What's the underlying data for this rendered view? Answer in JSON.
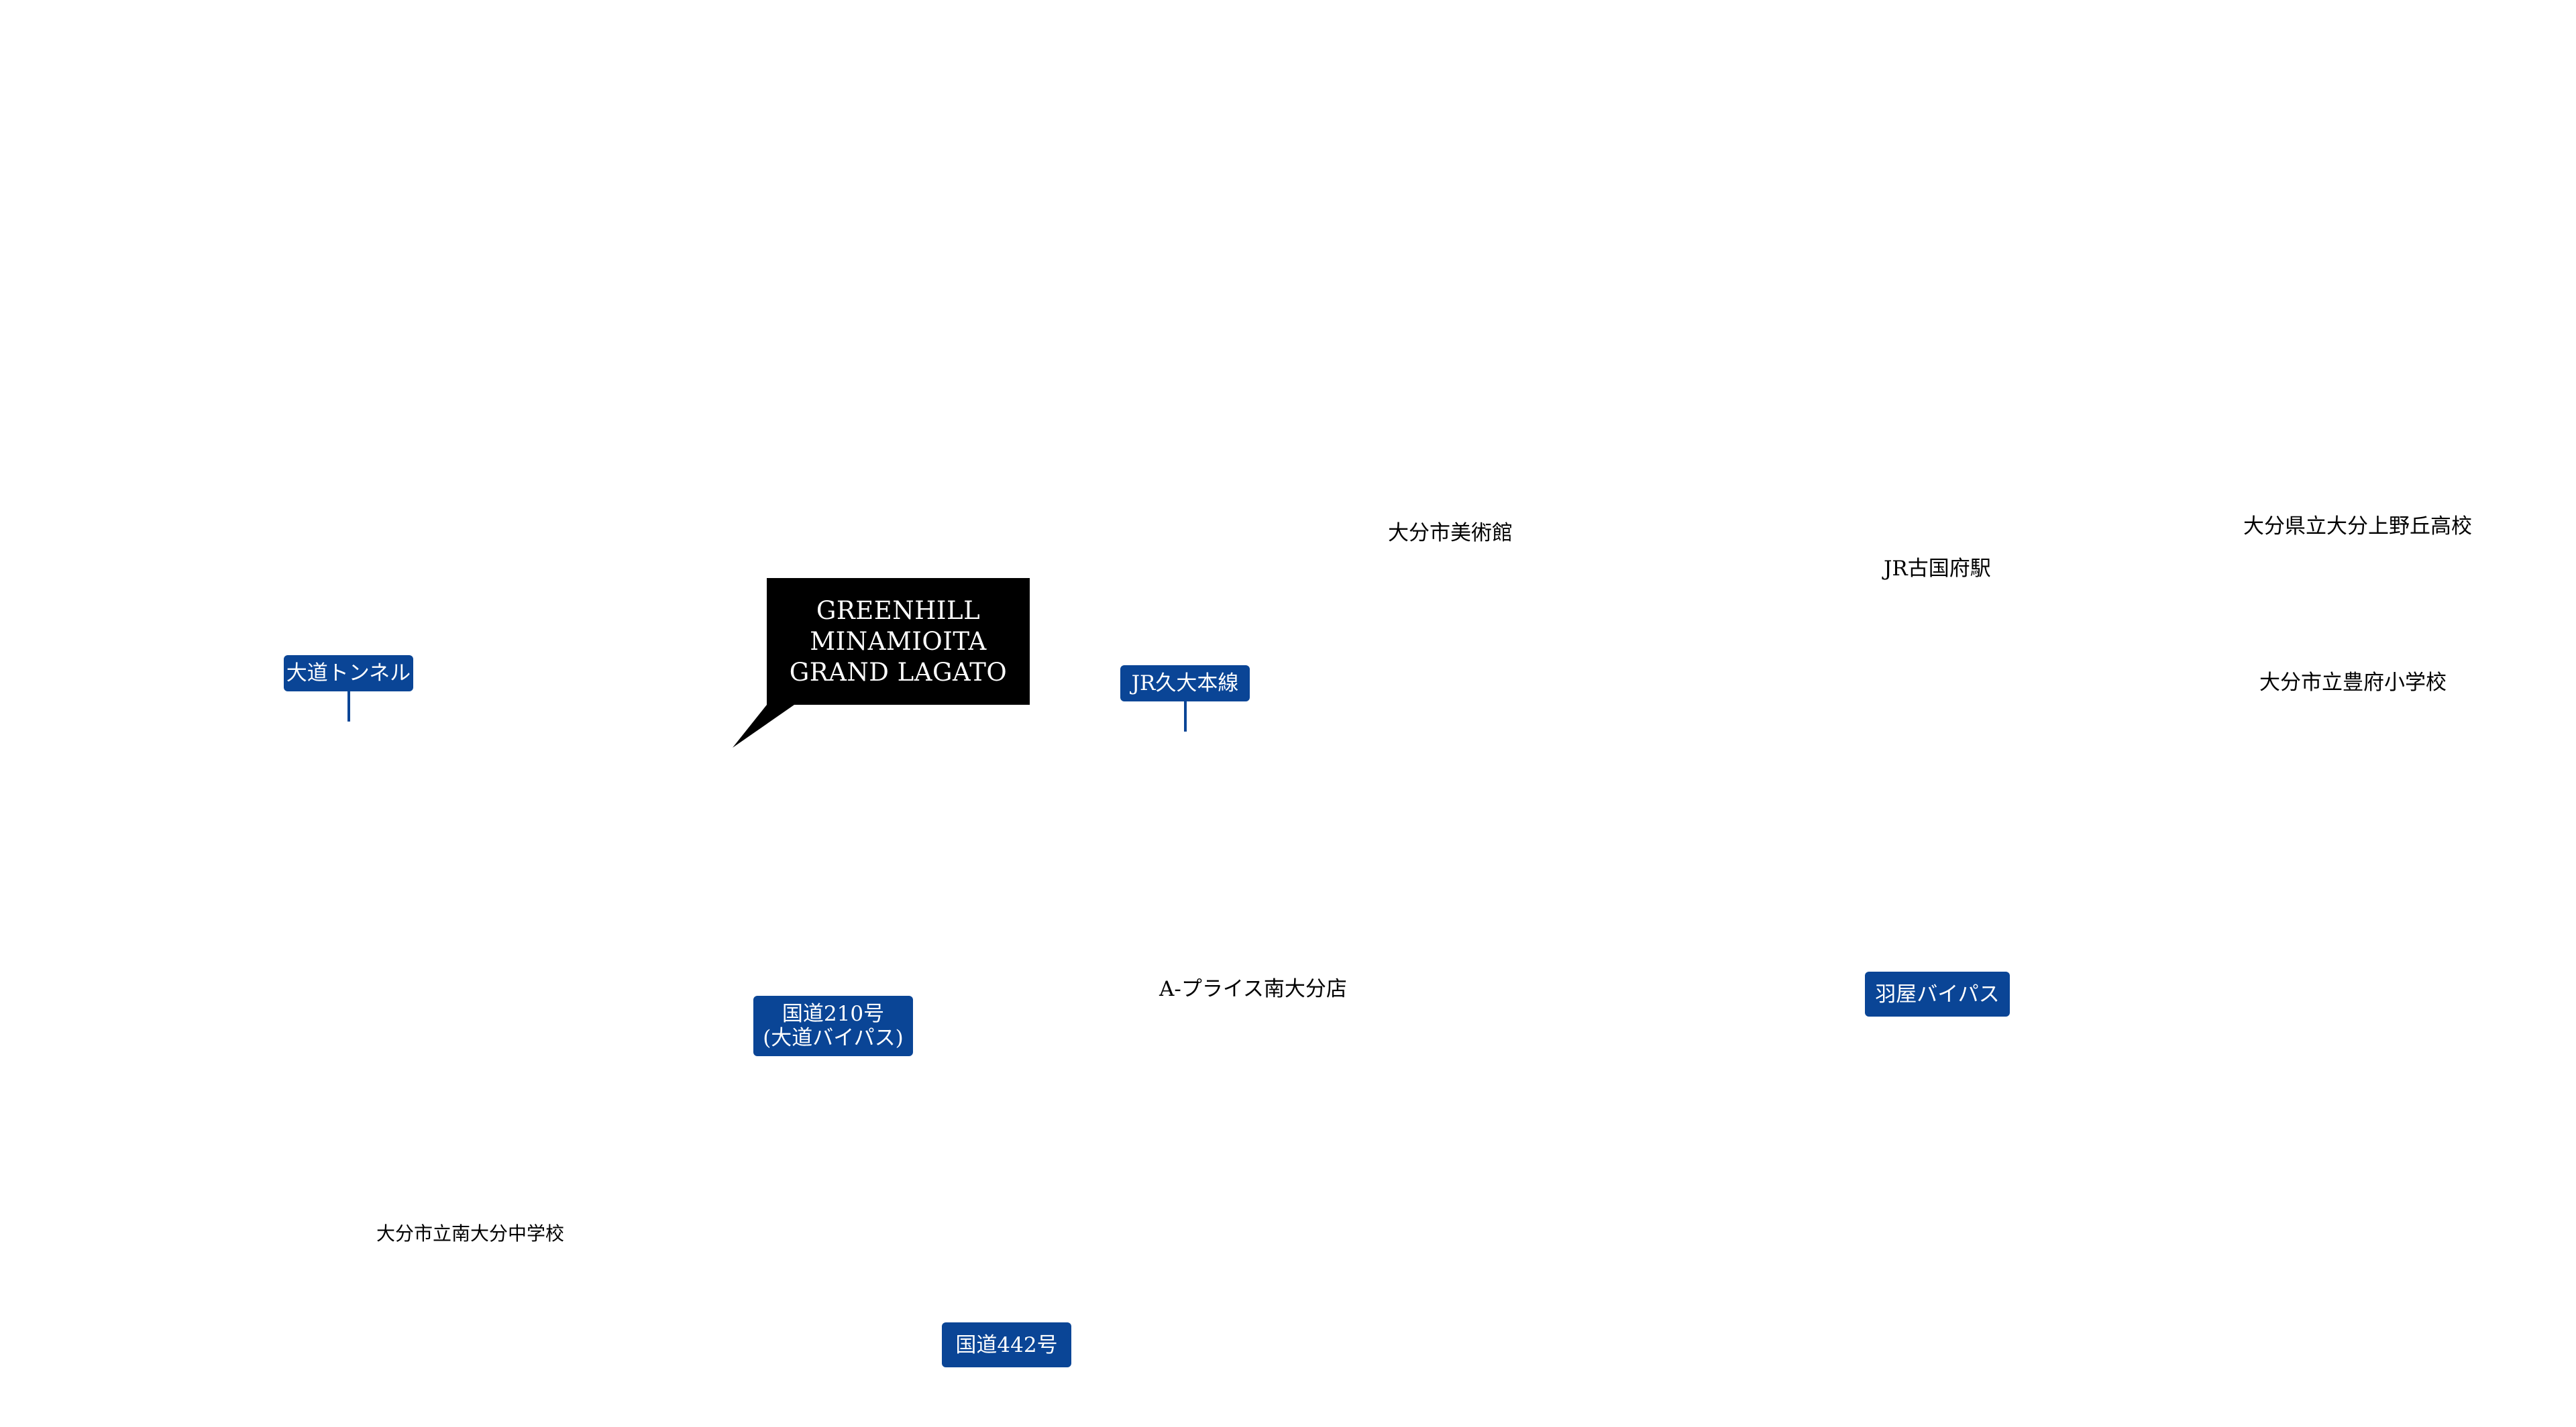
{
  "property": {
    "name_lines": [
      "GREENHILL",
      "MINAMIOITA",
      "GRAND LAGATO"
    ]
  },
  "landmarks": {
    "art_museum": "大分市美術館",
    "jr_station": "JR古国府駅",
    "high_school": "大分県立大分上野丘高校",
    "elementary_school": "大分市立豊府小学校",
    "store": "A-プライス南大分店",
    "junior_high": "大分市立南大分中学校"
  },
  "roads": {
    "tunnel": "大道トンネル",
    "jr_line": "JR久大本線",
    "route210_line1": "国道210号",
    "route210_line2": "(大道バイパス)",
    "haneya_bypass": "羽屋バイパス",
    "route442": "国道442号"
  },
  "colors": {
    "road_label_bg": "#0a4596",
    "property_bg": "#000000"
  }
}
